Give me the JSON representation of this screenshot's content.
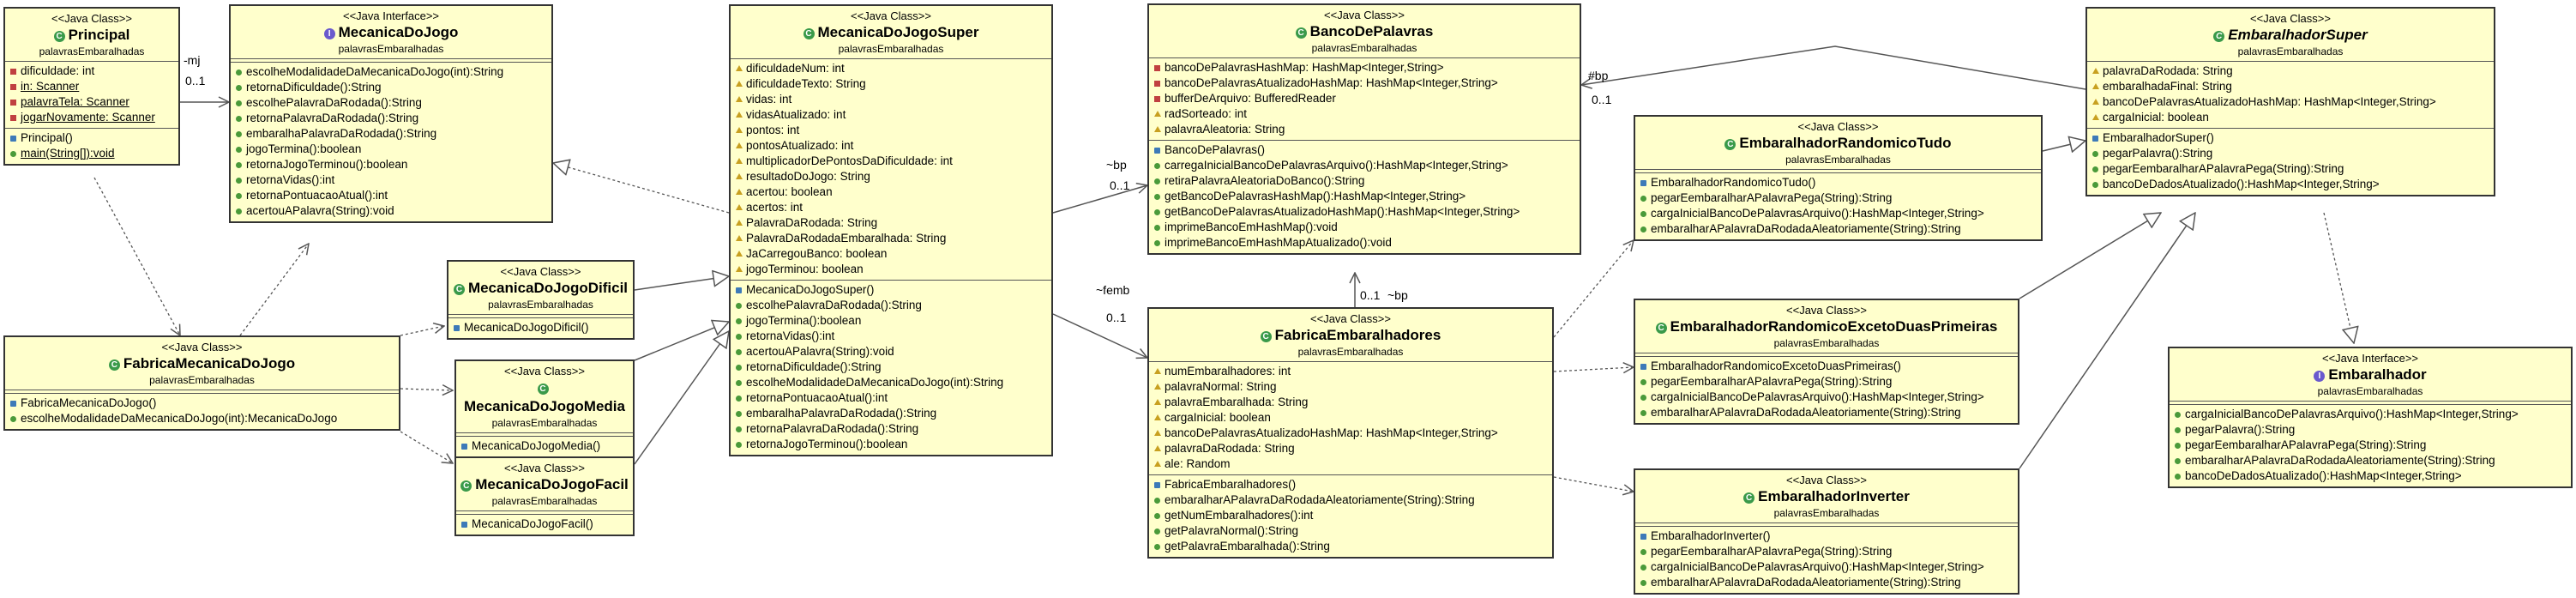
{
  "classes": {
    "principal": {
      "stereotype": "<<Java Class>>",
      "name": "Principal",
      "package": "palavrasEmbaralhadas",
      "fields": [
        "dificuldade: int",
        "in: Scanner",
        "palavraTela: Scanner",
        "jogarNovamente: Scanner"
      ],
      "methods": [
        "Principal()",
        "main(String[]):void"
      ]
    },
    "mecanica_do_jogo": {
      "stereotype": "<<Java Interface>>",
      "name": "MecanicaDoJogo",
      "package": "palavrasEmbaralhadas",
      "methods": [
        "escolheModalidadeDaMecanicaDoJogo(int):String",
        "retornaDificuldade():String",
        "escolhePalavraDaRodada():String",
        "retornaPalavraDaRodada():String",
        "embaralhaPalavraDaRodada():String",
        "jogoTermina():boolean",
        "retornaJogoTerminou():boolean",
        "retornaVidas():int",
        "retornaPontuacaoAtual():int",
        "acertouAPalavra(String):void"
      ]
    },
    "mecanica_do_jogo_super": {
      "stereotype": "<<Java Class>>",
      "name": "MecanicaDoJogoSuper",
      "package": "palavrasEmbaralhadas",
      "fields": [
        "dificuldadeNum: int",
        "dificuldadeTexto: String",
        "vidas: int",
        "vidasAtualizado: int",
        "pontos: int",
        "pontosAtualizado: int",
        "multiplicadorDePontosDaDificuldade: int",
        "resultadoDoJogo: String",
        "acertou: boolean",
        "acertos: int",
        "PalavraDaRodada: String",
        "PalavraDaRodadaEmbaralhada: String",
        "JaCarregouBanco: boolean",
        "jogoTerminou: boolean"
      ],
      "methods": [
        "MecanicaDoJogoSuper()",
        "escolhePalavraDaRodada():String",
        "jogoTermina():boolean",
        "retornaVidas():int",
        "acertouAPalavra(String):void",
        "retornaDificuldade():String",
        "escolheModalidadeDaMecanicaDoJogo(int):String",
        "retornaPontuacaoAtual():int",
        "embaralhaPalavraDaRodada():String",
        "retornaPalavraDaRodada():String",
        "retornaJogoTerminou():boolean"
      ]
    },
    "mecanica_dificil": {
      "stereotype": "<<Java Class>>",
      "name": "MecanicaDoJogoDificil",
      "package": "palavrasEmbaralhadas",
      "methods": [
        "MecanicaDoJogoDificil()"
      ]
    },
    "mecanica_media": {
      "stereotype": "<<Java Class>>",
      "name": "MecanicaDoJogoMedia",
      "package": "palavrasEmbaralhadas",
      "methods": [
        "MecanicaDoJogoMedia()"
      ]
    },
    "mecanica_facil": {
      "stereotype": "<<Java Class>>",
      "name": "MecanicaDoJogoFacil",
      "package": "palavrasEmbaralhadas",
      "methods": [
        "MecanicaDoJogoFacil()"
      ]
    },
    "fabrica_mecanica": {
      "stereotype": "<<Java Class>>",
      "name": "FabricaMecanicaDoJogo",
      "package": "palavrasEmbaralhadas",
      "methods": [
        "FabricaMecanicaDoJogo()",
        "escolheModalidadeDaMecanicaDoJogo(int):MecanicaDoJogo"
      ]
    },
    "banco_de_palavras": {
      "stereotype": "<<Java Class>>",
      "name": "BancoDePalavras",
      "package": "palavrasEmbaralhadas",
      "fields": [
        "bancoDePalavrasHashMap: HashMap<Integer,String>",
        "bancoDePalavrasAtualizadoHashMap: HashMap<Integer,String>",
        "bufferDeArquivo: BufferedReader",
        "radSorteado: int",
        "palavraAleatoria: String"
      ],
      "methods": [
        "BancoDePalavras()",
        "carregaInicialBancoDePalavrasArquivo():HashMap<Integer,String>",
        "retiraPalavraAleatoriaDoBanco():String",
        "getBancoDePalavrasHashMap():HashMap<Integer,String>",
        "getBancoDePalavrasAtualizadoHashMap():HashMap<Integer,String>",
        "imprimeBancoEmHashMap():void",
        "imprimeBancoEmHashMapAtualizado():void"
      ]
    },
    "fabrica_embaralhadores": {
      "stereotype": "<<Java Class>>",
      "name": "FabricaEmbaralhadores",
      "package": "palavrasEmbaralhadas",
      "fields": [
        "numEmbaralhadores: int",
        "palavraNormal: String",
        "palavraEmbaralhada: String",
        "cargaInicial: boolean",
        "bancoDePalavrasAtualizadoHashMap: HashMap<Integer,String>",
        "palavraDaRodada: String",
        "ale: Random"
      ],
      "methods": [
        "FabricaEmbaralhadores()",
        "embaralharAPalavraDaRodadaAleatoriamente(String):String",
        "getNumEmbaralhadores():int",
        "getPalavraNormal():String",
        "getPalavraEmbaralhada():String"
      ]
    },
    "embaralhador_super": {
      "stereotype": "<<Java Class>>",
      "name": "EmbaralhadorSuper",
      "package": "palavrasEmbaralhadas",
      "fields": [
        "palavraDaRodada: String",
        "embaralhadaFinal: String",
        "bancoDePalavrasAtualizadoHashMap: HashMap<Integer,String>",
        "cargaInicial: boolean"
      ],
      "methods": [
        "EmbaralhadorSuper()",
        "pegarPalavra():String",
        "pegarEembaralharAPalavraPega(String):String",
        "bancoDeDadosAtualizado():HashMap<Integer,String>"
      ]
    },
    "embaralhador_randomico_tudo": {
      "stereotype": "<<Java Class>>",
      "name": "EmbaralhadorRandomicoTudo",
      "package": "palavrasEmbaralhadas",
      "methods": [
        "EmbaralhadorRandomicoTudo()",
        "pegarEembaralharAPalavraPega(String):String",
        "cargaInicialBancoDePalavrasArquivo():HashMap<Integer,String>",
        "embaralharAPalavraDaRodadaAleatoriamente(String):String"
      ]
    },
    "embaralhador_randomico_exceto": {
      "stereotype": "<<Java Class>>",
      "name": "EmbaralhadorRandomicoExcetoDuasPrimeiras",
      "package": "palavrasEmbaralhadas",
      "methods": [
        "EmbaralhadorRandomicoExcetoDuasPrimeiras()",
        "pegarEembaralharAPalavraPega(String):String",
        "cargaInicialBancoDePalavrasArquivo():HashMap<Integer,String>",
        "embaralharAPalavraDaRodadaAleatoriamente(String):String"
      ]
    },
    "embaralhador_inverter": {
      "stereotype": "<<Java Class>>",
      "name": "EmbaralhadorInverter",
      "package": "palavrasEmbaralhadas",
      "methods": [
        "EmbaralhadorInverter()",
        "pegarEembaralharAPalavraPega(String):String",
        "cargaInicialBancoDePalavrasArquivo():HashMap<Integer,String>",
        "embaralharAPalavraDaRodadaAleatoriamente(String):String"
      ]
    },
    "embaralhador": {
      "stereotype": "<<Java Interface>>",
      "name": "Embaralhador",
      "package": "palavrasEmbaralhadas",
      "methods": [
        "cargaInicialBancoDePalavrasArquivo():HashMap<Integer,String>",
        "pegarPalavra():String",
        "pegarEembaralharAPalavraPega(String):String",
        "embaralharAPalavraDaRodadaAleatoriamente(String):String",
        "bancoDeDadosAtualizado():HashMap<Integer,String>"
      ]
    }
  },
  "labels": {
    "mj_role": "-mj",
    "mj_mult": "0..1",
    "bp_role_1": "~bp",
    "bp_mult_1": "0..1",
    "femb_role": "~femb",
    "femb_mult": "0..1",
    "bp_mult_2": "0..1",
    "bp_role_2": "~bp",
    "bp_role_3": "#bp",
    "bp_mult_3": "0..1"
  }
}
